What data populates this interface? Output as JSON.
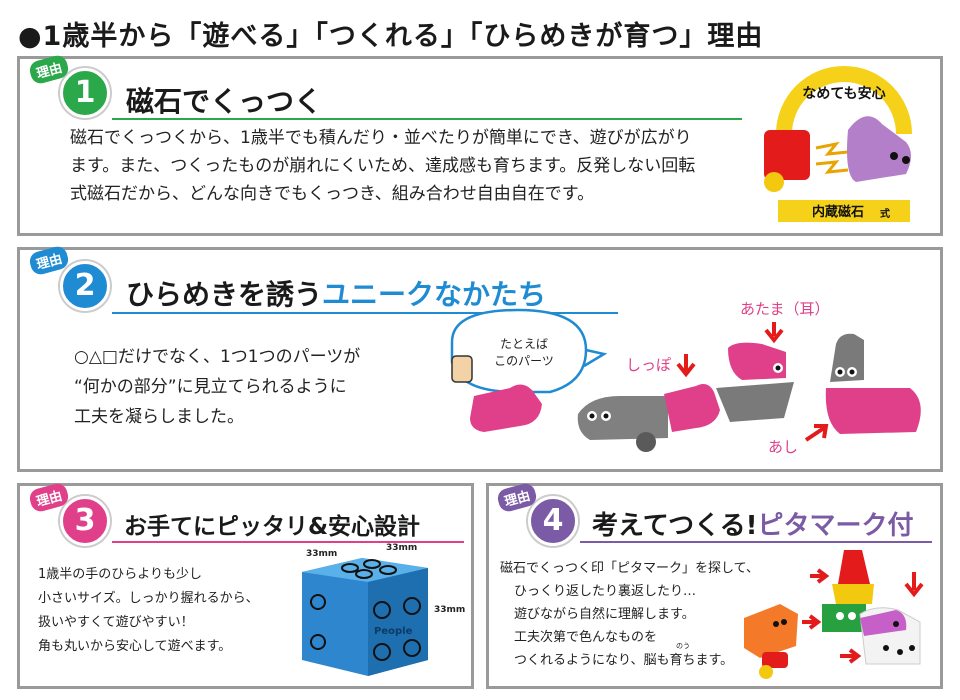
{
  "heading": "●1歳半から「遊べる」「つくれる」「ひらめきが育つ」理由",
  "sections": [
    {
      "tag": "理由",
      "num": "1",
      "title": "磁石でくっつく",
      "title_hl": "",
      "body": [
        "磁石でくっつくから、1歳半でも積んだり・並べたりが簡単にでき、遊びが広がり",
        "ます。また、つくったものが崩れにくいため、達成感も育ちます。反発しない回転",
        "式磁石だから、どんな向きでもくっつき、組み合わせ自由自在です。"
      ],
      "badge_top": "なめても安心",
      "badge_bottom": "内蔵磁石",
      "badge_bottom_suffix": "式",
      "color": "#2aa84a"
    },
    {
      "tag": "理由",
      "num": "2",
      "title": "ひらめきを誘う",
      "title_hl": "ユニークなかたち",
      "body": [
        "○△□だけでなく、1つ1つのパーツが",
        "“何かの部分”に見立てられるように",
        "工夫を凝らしました。"
      ],
      "bubble": [
        "たとえば",
        "このパーツ"
      ],
      "labels": {
        "tail": "しっぽ",
        "head": "あたま（耳）",
        "leg": "あし"
      },
      "color": "#1f8bd3"
    },
    {
      "tag": "理由",
      "num": "3",
      "title": "お手てにピッタリ&安心設計",
      "title_hl": "",
      "body": [
        "1歳半の手のひらよりも少し",
        "小さいサイズ。しっかり握れるから、",
        "扱いやすくて遊びやすい！",
        "角も丸いから安心して遊べます。"
      ],
      "dims": [
        "33mm",
        "33mm",
        "33mm"
      ],
      "brand": "People",
      "color": "#e0408a"
    },
    {
      "tag": "理由",
      "num": "4",
      "title": "考えてつくる!",
      "title_hl": "ピタマーク付",
      "body": [
        "磁石でくっつく印「ピタマーク」を探して、",
        "ひっくり返したり裏返したり…",
        "遊びながら自然に理解します。",
        "工夫次第で色んなものを",
        "つくれるようになり、脳も育ちます。"
      ],
      "ruby": "のう",
      "color": "#7b5aa6"
    }
  ]
}
